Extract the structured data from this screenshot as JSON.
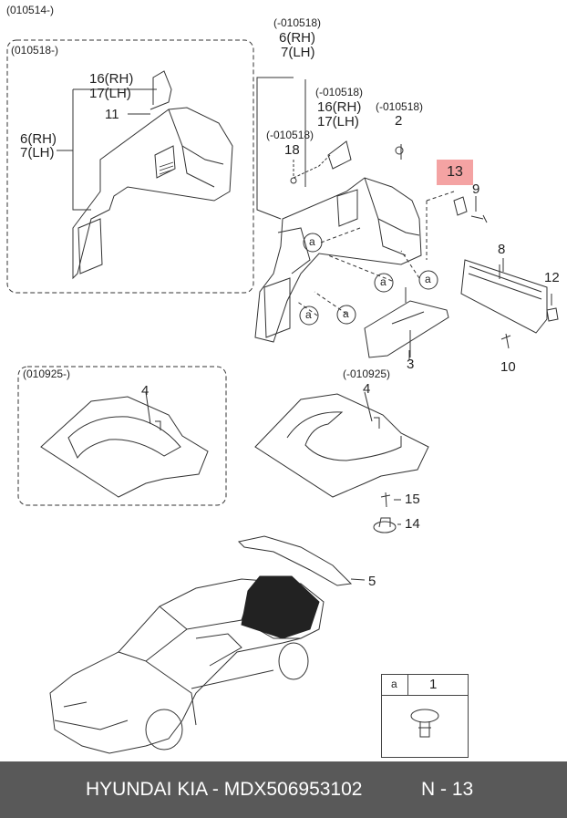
{
  "labels": {
    "top_left": "(010514-)",
    "panel_left_code": "(010518-)",
    "rh_6": "6(RH)",
    "lh_7": "7(LH)",
    "left_16": "16(RH)",
    "left_17": "17(LH)",
    "left_11": "11",
    "left_6": "6(RH)",
    "left_7": "7(LH)",
    "code_top": "(-010518)",
    "code_mid": "(-010518)",
    "code_2": "(-010518)",
    "code_18": "(-010518)",
    "mid_16": "16(RH)",
    "mid_17": "17(LH)",
    "n2": "2",
    "n18": "18",
    "n13": "13",
    "n9": "9",
    "n8": "8",
    "n12": "12",
    "n10": "10",
    "n3": "3",
    "code_010925_left": "(010925-)",
    "code_010925_right": "(-010925)",
    "n4_left": "4",
    "n4_right": "4",
    "n15": "15",
    "n14": "14",
    "n5": "5",
    "legend_a": "a",
    "legend_1": "1",
    "callout_a": "a"
  },
  "footer": {
    "brand": "HYUNDAI  KIA - MDX506953102",
    "page": "N - 13"
  },
  "colors": {
    "highlight": "#f4a3a3",
    "footer_bg": "#595959"
  }
}
